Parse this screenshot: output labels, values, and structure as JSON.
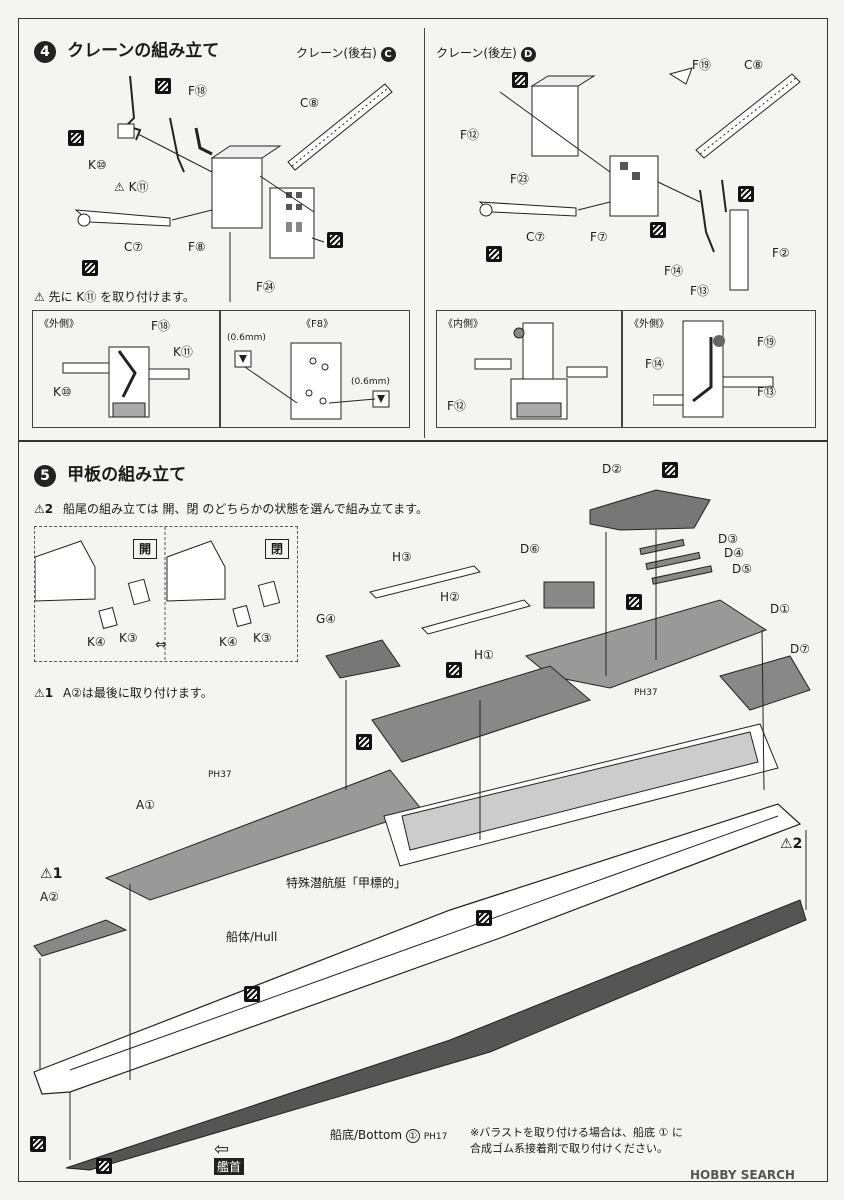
{
  "step4": {
    "number": "4",
    "title": "クレーンの組み立て",
    "right_label": "クレーン(後右)",
    "right_badge": "C",
    "left_label": "クレーン(後左)",
    "left_badge": "D",
    "note": "先に K⑪ を取り付けます。",
    "left_parts": [
      "F⑱",
      "C⑧",
      "K⑩",
      "K⑪",
      "C⑦",
      "F⑧",
      "F㉔"
    ],
    "right_parts": [
      "F⑲",
      "C⑧",
      "F⑫",
      "F㉓",
      "C⑦",
      "F⑦",
      "F⑭",
      "F⑬",
      "F②"
    ],
    "detail_outer_1": {
      "title": "《外側》",
      "labels": [
        "F⑱",
        "K⑪",
        "K⑩"
      ]
    },
    "detail_f8": {
      "title": "《F8》",
      "dim1": "(0.6mm)",
      "dim2": "(0.6mm)"
    },
    "detail_inner": {
      "title": "《内側》",
      "labels": [
        "F⑫"
      ]
    },
    "detail_outer_2": {
      "title": "《外側》",
      "labels": [
        "F⑲",
        "F⑭",
        "F⑬"
      ]
    }
  },
  "step5": {
    "number": "5",
    "title": "甲板の組み立て",
    "note2_num": "2",
    "note2": "船尾の組み立ては 開、閉 のどちらかの状態を選んで組み立てます。",
    "open_label": "開",
    "closed_label": "閉",
    "open_parts": [
      "K④",
      "K③"
    ],
    "closed_parts": [
      "K④",
      "K③"
    ],
    "note1_num": "1",
    "note1": "A②は最後に取り付けます。",
    "parts": {
      "d2": "D②",
      "d3": "D③",
      "d4": "D④",
      "d5": "D⑤",
      "d6": "D⑥",
      "d1": "D①",
      "d7": "D⑦",
      "h3": "H③",
      "h2": "H②",
      "h1": "H①",
      "g4": "G④",
      "a1": "A①",
      "a2": "A②"
    },
    "ref_ph37_a": "PH37",
    "ref_ph37_b": "PH37",
    "special_sub": "特殊潜航艇「甲標的」",
    "hull": "船体/Hull",
    "bottom": "船底/Bottom",
    "bottom_part": "①",
    "bottom_ref": "PH17",
    "ballast_note_1": "※バラストを取り付ける場合は、船底 ① に",
    "ballast_note_2": "合成ゴム系接着剤で取り付けください。",
    "bow_label": "艦首",
    "warn_a": "1",
    "warn_b": "2",
    "warn_a_part": "A②"
  },
  "watermark": "HOBBY SEARCH"
}
